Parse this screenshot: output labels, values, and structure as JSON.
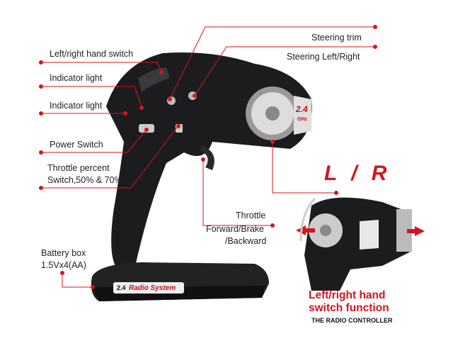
{
  "labels": {
    "steering_trim": "Steering trim",
    "steering_lr": "Steering Left/Right",
    "hand_switch": "Left/right hand switch",
    "indicator_1": "Indicator light",
    "indicator_2": "Indicator light",
    "power_switch": "Power Switch",
    "throttle_percent_1": "Throttle percent",
    "throttle_percent_2": "Switch,50% & 70%",
    "throttle_1": "Throttle",
    "throttle_2": "Forward/Brake",
    "throttle_3": "/Backward",
    "battery_1": "Battery box",
    "battery_2": "1.5Vx4(AA)"
  },
  "inset": {
    "lr": "L / R",
    "function_1": "Left/right hand",
    "function_2": "switch function",
    "caption": "THE RADIO CONTROLLER"
  },
  "badges": {
    "freq": "2.4",
    "freq_unit": "GHz",
    "base_brand": "Radio System"
  },
  "colors": {
    "accent": "#d6141c",
    "body": "#1c1c1e"
  }
}
